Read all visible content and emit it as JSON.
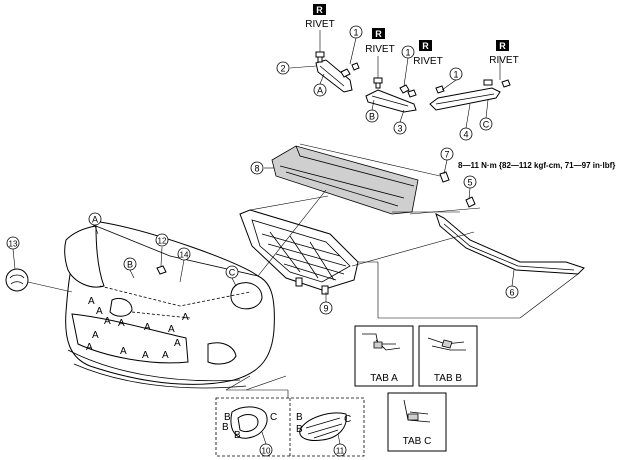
{
  "rivet_badge": "R",
  "rivet_label": "RIVET",
  "torque_spec": "8—11 N·m {82—112 kgf-cm, 71—97 in·lbf}",
  "callouts": [
    "1",
    "2",
    "3",
    "4",
    "5",
    "6",
    "7",
    "8",
    "9",
    "10",
    "11",
    "12",
    "13",
    "14"
  ],
  "letters": {
    "A": "A",
    "B": "B",
    "C": "C"
  },
  "tab_labels": {
    "a": "TAB A",
    "b": "TAB B",
    "c": "TAB C"
  }
}
